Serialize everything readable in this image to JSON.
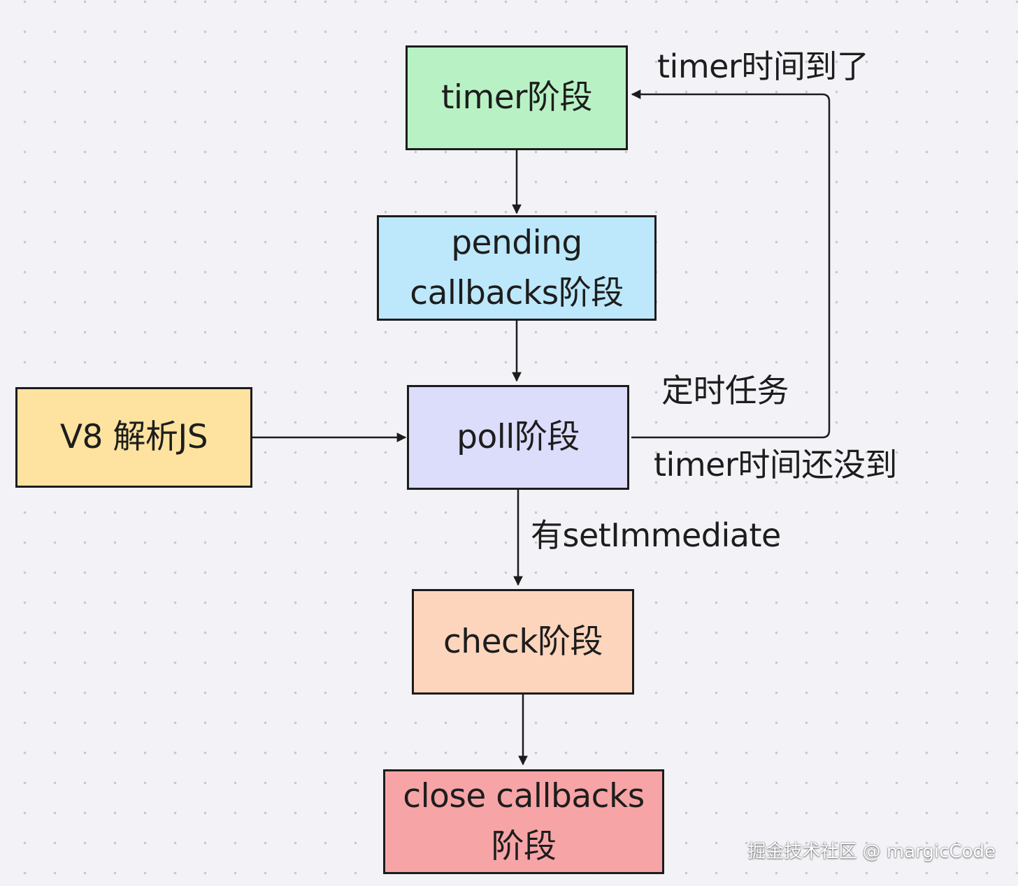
{
  "nodes": {
    "timer": {
      "lines": [
        "timer阶段"
      ],
      "color": "#b8f2c4"
    },
    "pending": {
      "lines": [
        "pending",
        "callbacks阶段"
      ],
      "color": "#bde8fb"
    },
    "poll": {
      "lines": [
        "poll阶段"
      ],
      "color": "#dcdcfb"
    },
    "v8": {
      "lines": [
        "V8 解析JS"
      ],
      "color": "#fde39f"
    },
    "check": {
      "lines": [
        "check阶段"
      ],
      "color": "#fdd5bd"
    },
    "close": {
      "lines": [
        "close callbacks",
        "阶段"
      ],
      "color": "#f7a4a7"
    }
  },
  "edge_labels": {
    "timer_reached": "timer时间到了",
    "timer_task": "定时任务",
    "timer_not_reached": "timer时间还没到",
    "has_setimmediate": "有setImmediate"
  },
  "watermark": "掘金技术社区 @ margicCode"
}
